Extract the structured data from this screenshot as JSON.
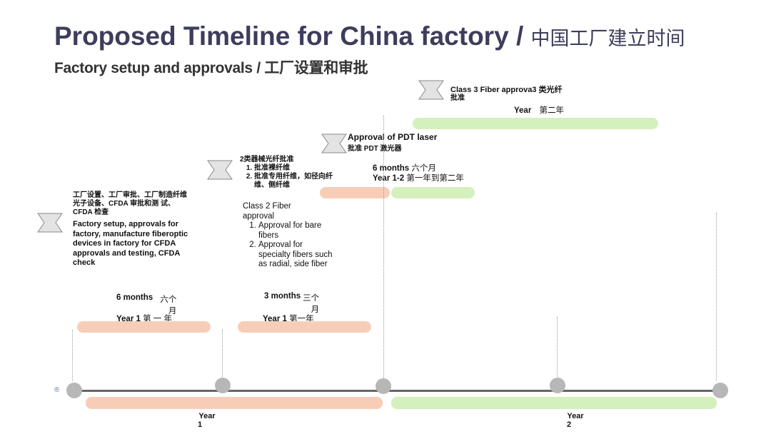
{
  "title": {
    "main": "Proposed Timeline for China factory /",
    "zh": "中国工厂建立时间"
  },
  "subtitle": "Factory setup and approvals / 工厂设置和审批",
  "colors": {
    "phase_year1": "#f8cdb7",
    "phase_year2": "#d4f0bc",
    "milestone": "#b7b7b7",
    "title": "#3d3d5c"
  },
  "phase_factory": {
    "zh_text": "工厂设置、工厂审批、工厂制造纤维光子设备、CFDA 审批和测 试、CFDA 检查",
    "en_text": "Factory setup, approvals for factory, manufacture fiberoptic devices in factory for CFDA approvals and testing, CFDA check",
    "duration": "6 months",
    "duration_zh": "六个月",
    "year": "Year 1",
    "year_zh": "第 一 年"
  },
  "phase_class2": {
    "zh_title": "2类器械光纤批准",
    "zh_items": [
      "批准裸纤维",
      "批准专用纤维，如径向纤维、侧纤维"
    ],
    "en_title": "Class 2 Fiber approval",
    "en_items": [
      "Approval for bare fibers",
      "Approval for specialty fibers such as radial, side fiber"
    ],
    "duration": "3 months",
    "duration_zh": "三个月",
    "year": "Year 1",
    "year_zh": "第一年"
  },
  "phase_pdt": {
    "title": "Approval of PDT laser",
    "title_zh": "批准 PDT 激光器",
    "duration": "6 months",
    "duration_zh": "六个月",
    "year": "Year 1-2",
    "year_zh": "第一年到第二年"
  },
  "phase_class3": {
    "title": "Class 3 Fiber approva3 类光纤",
    "title_zh": "批准",
    "year": "Year",
    "year_zh": "第二年"
  },
  "axis": {
    "start_mark": "®",
    "year1_label": "Year",
    "year1_num": "1",
    "year2_label": "Year",
    "year2_num": "2"
  }
}
